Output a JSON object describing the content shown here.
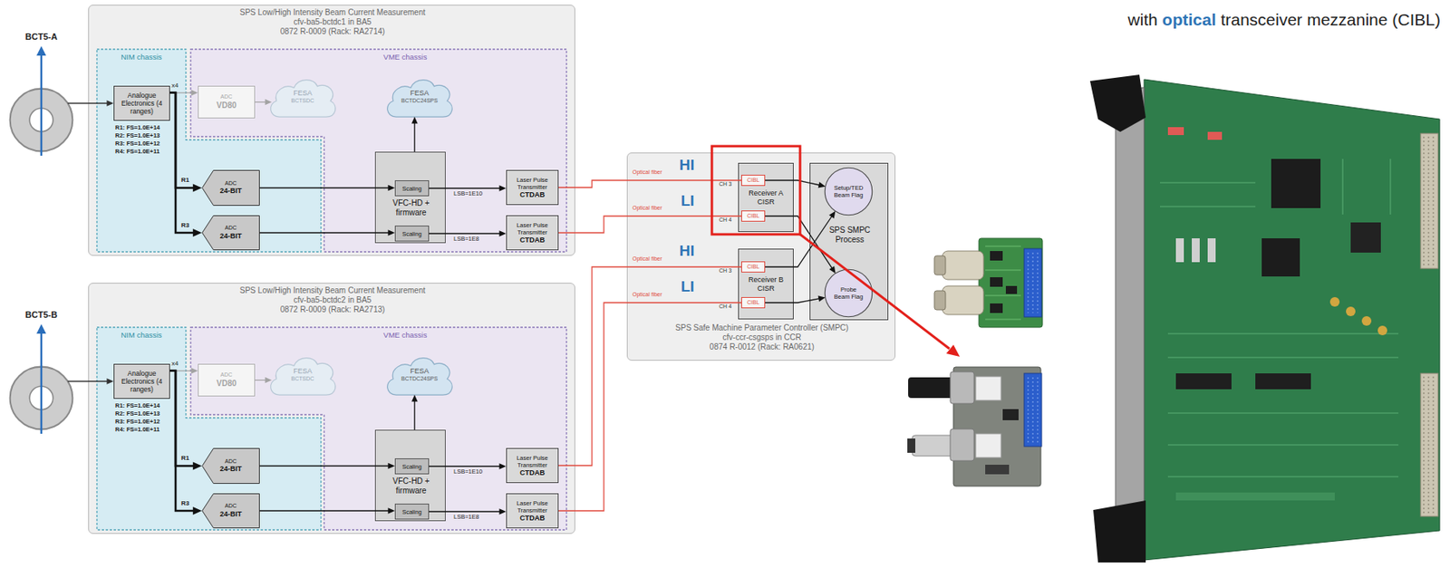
{
  "diagram": {
    "nodes": [
      {
        "text": [
          "BCT5-A"
        ]
      },
      {
        "text": [
          "SPS Low/High Intensity Beam Current Measurement",
          "cfv-ba5-bctdc1 in BA5",
          "0872 R-0009 (Rack: RA2714)"
        ]
      },
      {
        "text": [
          "NIM chassis"
        ],
        "in": 1
      },
      {
        "text": [
          "Analogue Electronics (4 ranges)"
        ],
        "in": 2
      },
      {
        "text": [
          "ADC",
          "24-BIT"
        ],
        "in": 2
      },
      {
        "text": [
          "ADC",
          "24-BIT"
        ],
        "in": 2
      },
      {
        "text": [
          "VME chassis"
        ],
        "in": 1
      },
      {
        "text": [
          "ADC",
          "VD80"
        ],
        "in": 6
      },
      {
        "text": [
          "FESA",
          "BCTSDC"
        ],
        "in": 6
      },
      {
        "text": [
          "FESA",
          "BCTDC24SPS"
        ],
        "in": 6
      },
      {
        "text": [
          "VFC-HD + firmware"
        ],
        "in": 6
      },
      {
        "text": [
          "Scaling"
        ],
        "in": 10
      },
      {
        "text": [
          "Scaling"
        ],
        "in": 10
      },
      {
        "text": [
          "Laser Pulse Transmitter",
          "CTDAB"
        ],
        "in": 6
      },
      {
        "text": [
          "Laser Pulse Transmitter",
          "CTDAB"
        ],
        "in": 6
      },
      {
        "text": [
          "BCT5-B"
        ]
      },
      {
        "text": [
          "SPS Low/High Intensity Beam Current Measurement",
          "cfv-ba5-bctdc2 in BA5",
          "0872 R-0009 (Rack: RA2713)"
        ]
      },
      {
        "text": [
          "NIM chassis"
        ],
        "in": 16
      },
      {
        "text": [
          "Analogue Electronics (4 ranges)"
        ],
        "in": 17
      },
      {
        "text": [
          "ADC",
          "24-BIT"
        ],
        "in": 17
      },
      {
        "text": [
          "ADC",
          "24-BIT"
        ],
        "in": 17
      },
      {
        "text": [
          "VME chassis"
        ],
        "in": 16
      },
      {
        "text": [
          "ADC",
          "VD80"
        ],
        "in": 21
      },
      {
        "text": [
          "FESA",
          "BCTSDC"
        ],
        "in": 21
      },
      {
        "text": [
          "FESA",
          "BCTDC24SPS"
        ],
        "in": 21
      },
      {
        "text": [
          "VFC-HD + firmware"
        ],
        "in": 21
      },
      {
        "text": [
          "Scaling"
        ],
        "in": 25
      },
      {
        "text": [
          "Scaling"
        ],
        "in": 25
      },
      {
        "text": [
          "Laser Pulse Transmitter",
          "CTDAB"
        ],
        "in": 21
      },
      {
        "text": [
          "Laser Pulse Transmitter",
          "CTDAB"
        ],
        "in": 21
      },
      {
        "text": [
          "SPS Safe Machine Parameter Controller (SMPC)",
          "cfv-ccr-csgsps in CCR",
          "0874 R-0012 (Rack: RA0621)"
        ]
      },
      {
        "text": [
          "Receiver A",
          "CISR"
        ],
        "in": 30
      },
      {
        "text": [
          "CIBL"
        ],
        "in": 31
      },
      {
        "text": [
          "CIBL"
        ],
        "in": 31
      },
      {
        "text": [
          "Receiver B",
          "CISR"
        ],
        "in": 30
      },
      {
        "text": [
          "CIBL"
        ],
        "in": 34
      },
      {
        "text": [
          "CIBL"
        ],
        "in": 34
      },
      {
        "text": [
          "SPS SMPC Process"
        ],
        "in": 30
      },
      {
        "text": [
          "Setup/TED Beam Flag"
        ],
        "in": 37
      },
      {
        "text": [
          "Probe Beam Flag"
        ],
        "in": 37
      }
    ],
    "edges": [
      {
        "from": 0,
        "to": 3,
        "arrow": "to"
      },
      {
        "from": 3,
        "to": 7,
        "arrow": "to"
      },
      {
        "from": 3,
        "to": 4,
        "label": "R1",
        "arrow": "to"
      },
      {
        "from": 3,
        "to": 5,
        "label": "R3",
        "arrow": "to"
      },
      {
        "from": 7,
        "to": 8,
        "arrow": "to"
      },
      {
        "from": 4,
        "to": 11,
        "arrow": "to"
      },
      {
        "from": 5,
        "to": 12,
        "arrow": "to"
      },
      {
        "from": 11,
        "to": 13,
        "label": "LSB=1E10",
        "arrow": "to"
      },
      {
        "from": 12,
        "to": 14,
        "label": "LSB=1E8",
        "arrow": "to"
      },
      {
        "from": 10,
        "to": 9,
        "arrow": "to"
      },
      {
        "from": 15,
        "to": 18,
        "arrow": "to"
      },
      {
        "from": 18,
        "to": 22,
        "arrow": "to"
      },
      {
        "from": 18,
        "to": 19,
        "label": "R1",
        "arrow": "to"
      },
      {
        "from": 18,
        "to": 20,
        "label": "R3",
        "arrow": "to"
      },
      {
        "from": 22,
        "to": 23,
        "arrow": "to"
      },
      {
        "from": 19,
        "to": 26,
        "arrow": "to"
      },
      {
        "from": 20,
        "to": 27,
        "arrow": "to"
      },
      {
        "from": 26,
        "to": 28,
        "label": "LSB=1E10",
        "arrow": "to"
      },
      {
        "from": 27,
        "to": 29,
        "label": "LSB=1E8",
        "arrow": "to"
      },
      {
        "from": 25,
        "to": 24,
        "arrow": "to"
      },
      {
        "from": 13,
        "to": 32,
        "label": "Optical fiber",
        "arrow": "none"
      },
      {
        "from": 14,
        "to": 33,
        "label": "Optical fiber",
        "arrow": "none"
      },
      {
        "from": 28,
        "to": 35,
        "label": "Optical fiber",
        "arrow": "none"
      },
      {
        "from": 29,
        "to": 36,
        "label": "Optical fiber",
        "arrow": "none"
      },
      {
        "from": 32,
        "to": 38,
        "arrow": "to"
      },
      {
        "from": 33,
        "to": 39,
        "arrow": "to"
      },
      {
        "from": 35,
        "to": 38,
        "arrow": "to"
      },
      {
        "from": 36,
        "to": 39,
        "arrow": "to"
      }
    ],
    "labels": [
      "with",
      "optical",
      "transceiver mezzanine (CIBL)",
      "R1: FS=1.0E+14",
      "R2: FS=1.0E+13",
      "R3: FS=1.0E+12",
      "R4: FS=1.0E+11",
      "x4",
      "R1: FS=1.0E+14",
      "R2: FS=1.0E+13",
      "R3: FS=1.0E+12",
      "R4: FS=1.0E+11",
      "x4",
      "HI",
      "LI",
      "HI",
      "LI",
      "CH 3",
      "CH 4",
      "CH 3",
      "CH 4"
    ]
  }
}
